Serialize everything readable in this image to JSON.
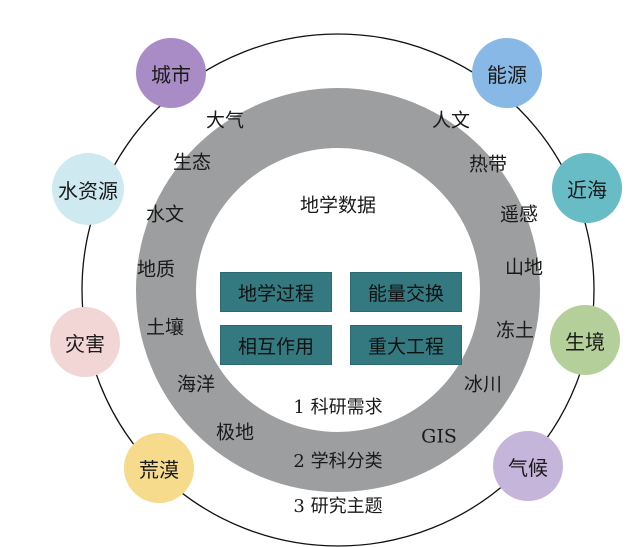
{
  "center_title": "地学数据",
  "core_boxes": [
    "地学过程",
    "能量交换",
    "相互作用",
    "重大工程"
  ],
  "ring_fields": [
    "大气",
    "生态",
    "水文",
    "地质",
    "土壤",
    "海洋",
    "极地",
    "人文",
    "热带",
    "遥感",
    "山地",
    "冻土",
    "冰川",
    "GIS"
  ],
  "topics": [
    {
      "label": "城市",
      "color": "#a98cc6"
    },
    {
      "label": "水资源",
      "color": "#cfe9f0"
    },
    {
      "label": "灾害",
      "color": "#f2d6d6"
    },
    {
      "label": "荒漠",
      "color": "#f7db8c"
    },
    {
      "label": "能源",
      "color": "#88b9e6"
    },
    {
      "label": "近海",
      "color": "#67bcc6"
    },
    {
      "label": "生境",
      "color": "#b5cf9a"
    },
    {
      "label": "气候",
      "color": "#c6b5da"
    }
  ],
  "levels": {
    "level1": "1 科研需求",
    "level2": "2 学科分类",
    "level3": "3 研究主题"
  },
  "colors": {
    "ring": "#9c9e9f",
    "box": "#33797f",
    "outline": "#111111"
  }
}
